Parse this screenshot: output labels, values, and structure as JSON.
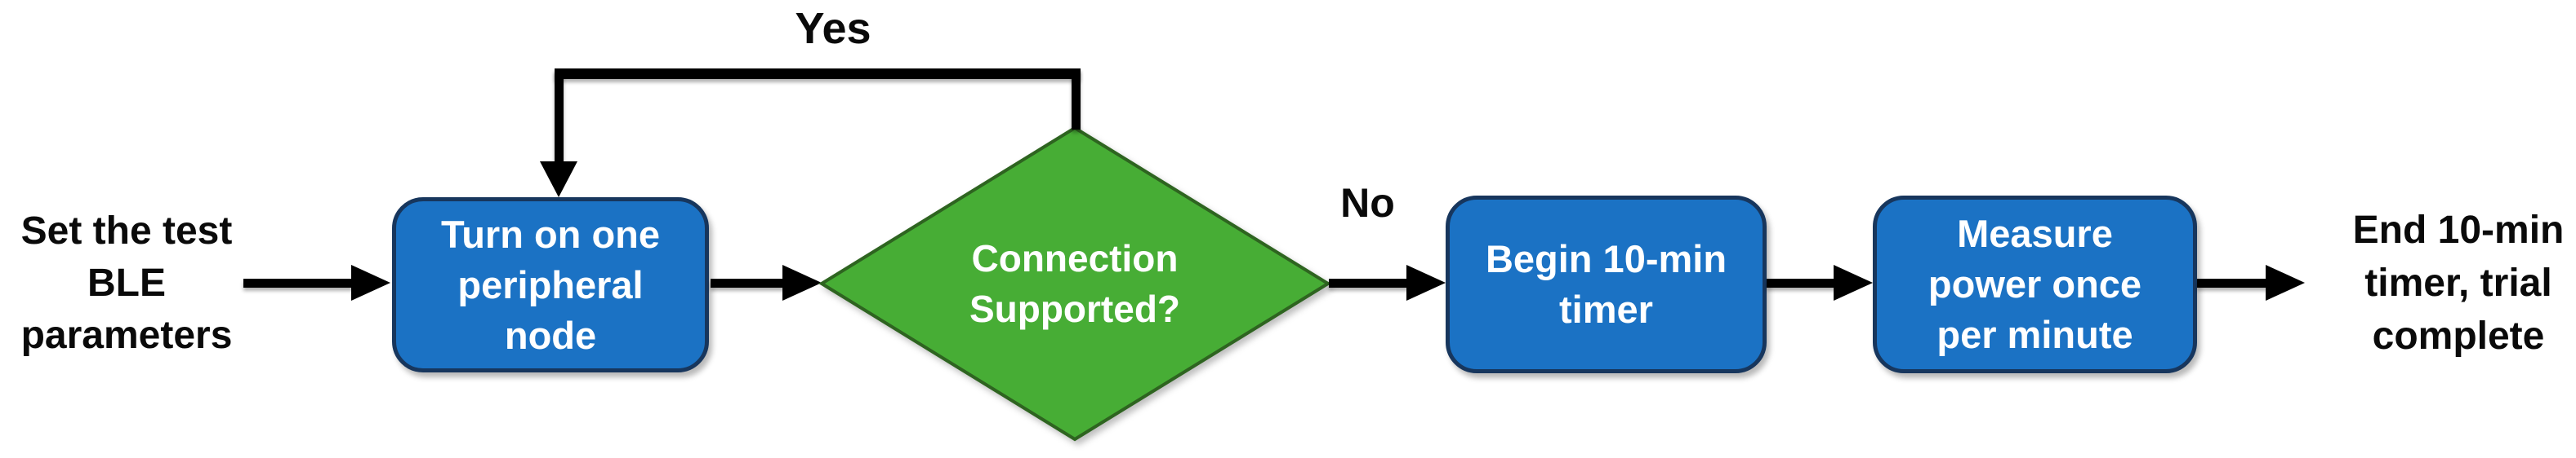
{
  "colors": {
    "background": "#FFFFFF",
    "process_fill": "#1B72C4",
    "process_border": "#17365D",
    "decision_fill": "#47AD35",
    "decision_border": "#2E6420",
    "connector": "#000000",
    "label_text": "#0A0A0A",
    "node_text": "#FFFFFF"
  },
  "nodes": {
    "start": {
      "label": "Set the test\nBLE\nparameters"
    },
    "turn_on": {
      "label": "Turn on one\nperipheral\nnode"
    },
    "decision": {
      "label": "Connection\nSupported?"
    },
    "begin_timer": {
      "label": "Begin 10-min\ntimer"
    },
    "measure_power": {
      "label": "Measure\npower once\nper minute"
    },
    "end": {
      "label": "End 10-min\ntimer, trial\ncomplete"
    }
  },
  "edges": {
    "yes_label": "Yes",
    "no_label": "No"
  }
}
